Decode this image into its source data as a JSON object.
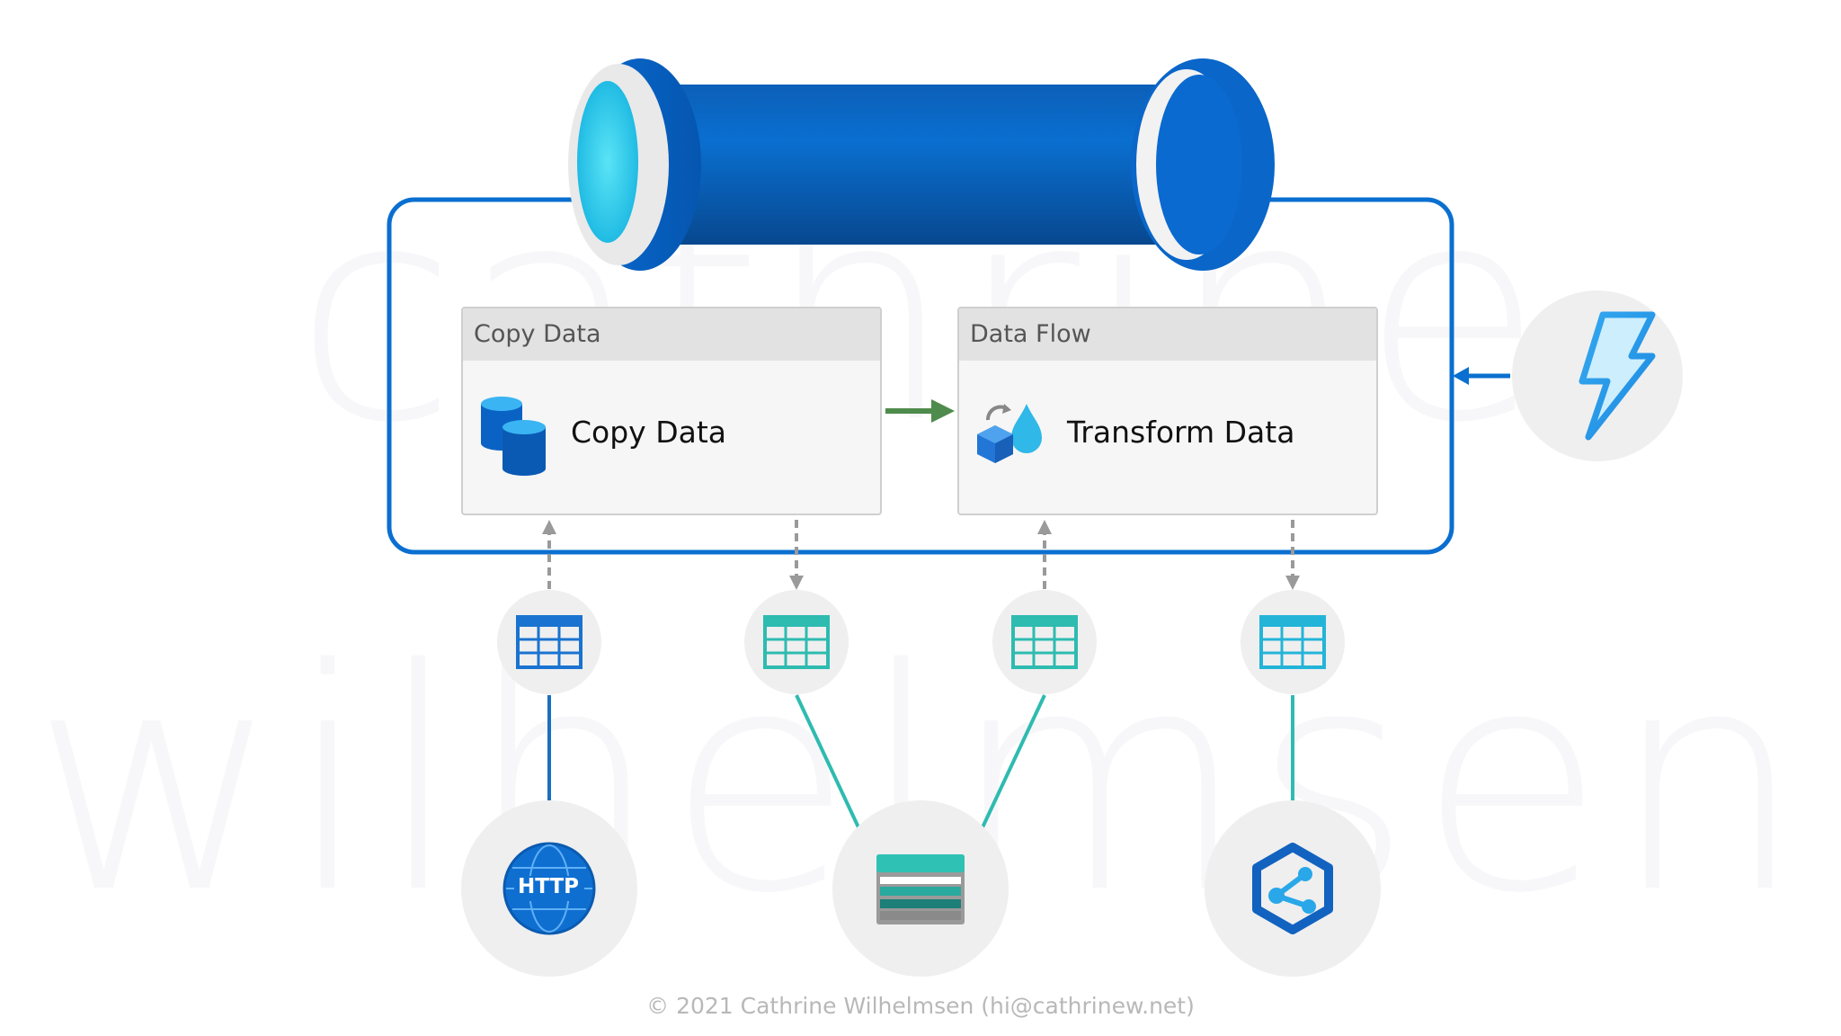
{
  "watermark": {
    "line1": "cathrine",
    "line2": "wilhelmsen"
  },
  "pipeline": {
    "activities": [
      {
        "header": "Copy Data",
        "label": "Copy Data",
        "icon": "copy-data-icon"
      },
      {
        "header": "Data Flow",
        "label": "Transform Data",
        "icon": "data-flow-icon"
      }
    ],
    "trigger_icon": "lightning-trigger-icon"
  },
  "datasets": [
    "table-icon",
    "table-icon",
    "table-icon",
    "table-icon"
  ],
  "linked_services": [
    {
      "icon": "http-globe-icon",
      "text": "HTTP"
    },
    {
      "icon": "storage-account-icon"
    },
    {
      "icon": "synapse-analytics-icon"
    }
  ],
  "colors": {
    "pipeline_blue": "#0a6fd0",
    "flow_arrow_green": "#4e8b4c",
    "dashed_gray": "#9a9a9a",
    "dataset_blue": "#2a7fd6",
    "dataset_teal": "#2ebbb0"
  },
  "footer": "© 2021 Cathrine Wilhelmsen (hi@cathrinew.net)"
}
